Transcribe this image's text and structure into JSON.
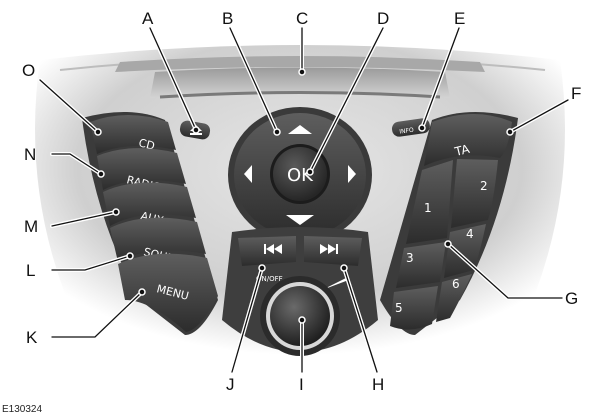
{
  "figure_code": "E130324",
  "callouts": {
    "A": "A",
    "B": "B",
    "C": "C",
    "D": "D",
    "E": "E",
    "F": "F",
    "G": "G",
    "H": "H",
    "I": "I",
    "J": "J",
    "K": "K",
    "L": "L",
    "M": "M",
    "N": "N",
    "O": "O"
  },
  "buttons": {
    "cd": "CD",
    "radio": "RADIO",
    "aux": "AUX",
    "sound": "SOUND",
    "menu": "MENU",
    "ok": "OK",
    "info": "INFO",
    "ta": "TA",
    "on_off": "ON/OFF",
    "preset_1": "1",
    "preset_2": "2",
    "preset_3": "3",
    "preset_4": "4",
    "preset_5": "5",
    "preset_6": "6"
  },
  "icons": {
    "eject": "eject-icon",
    "up": "arrow-up-icon",
    "down": "arrow-down-icon",
    "left": "arrow-left-icon",
    "right": "arrow-right-icon",
    "seek_back": "seek-back-icon",
    "seek_forward": "seek-forward-icon",
    "volume": "volume-ramp-icon"
  }
}
